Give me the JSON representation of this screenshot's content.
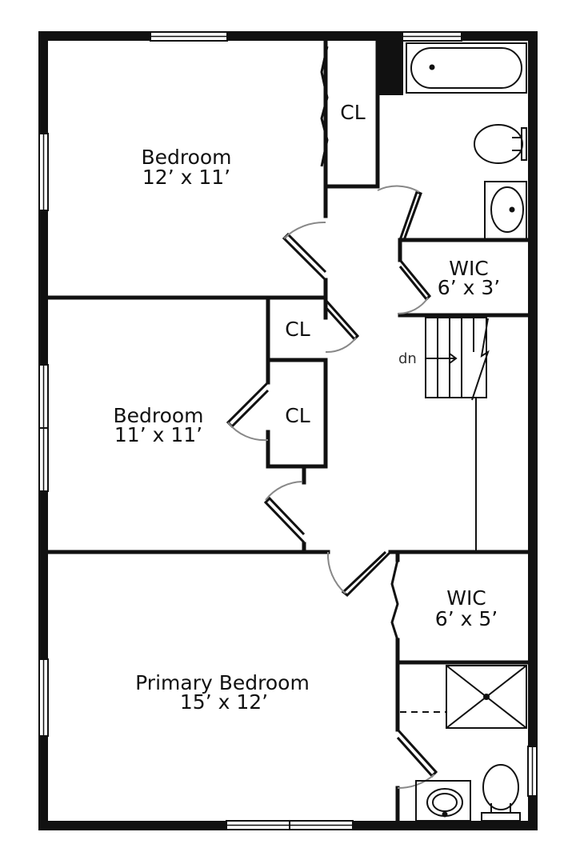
{
  "rooms": {
    "bedroom_top": {
      "name": "Bedroom",
      "dims": "12’ x 11’"
    },
    "bedroom_mid": {
      "name": "Bedroom",
      "dims": "11’ x 11’"
    },
    "primary": {
      "name": "Primary Bedroom",
      "dims": "15’ x 12’"
    },
    "wic_upper": {
      "name": "WIC",
      "dims": "6’ x 3’"
    },
    "wic_lower": {
      "name": "WIC",
      "dims": "6’ x 5’"
    },
    "closet_top": {
      "name": "CL"
    },
    "closet_mid_a": {
      "name": "CL"
    },
    "closet_mid_b": {
      "name": "CL"
    }
  },
  "stairs": {
    "label": "dn"
  },
  "colors": {
    "wall": "#111111",
    "door_arc": "#888888",
    "window": "#ffffff"
  }
}
